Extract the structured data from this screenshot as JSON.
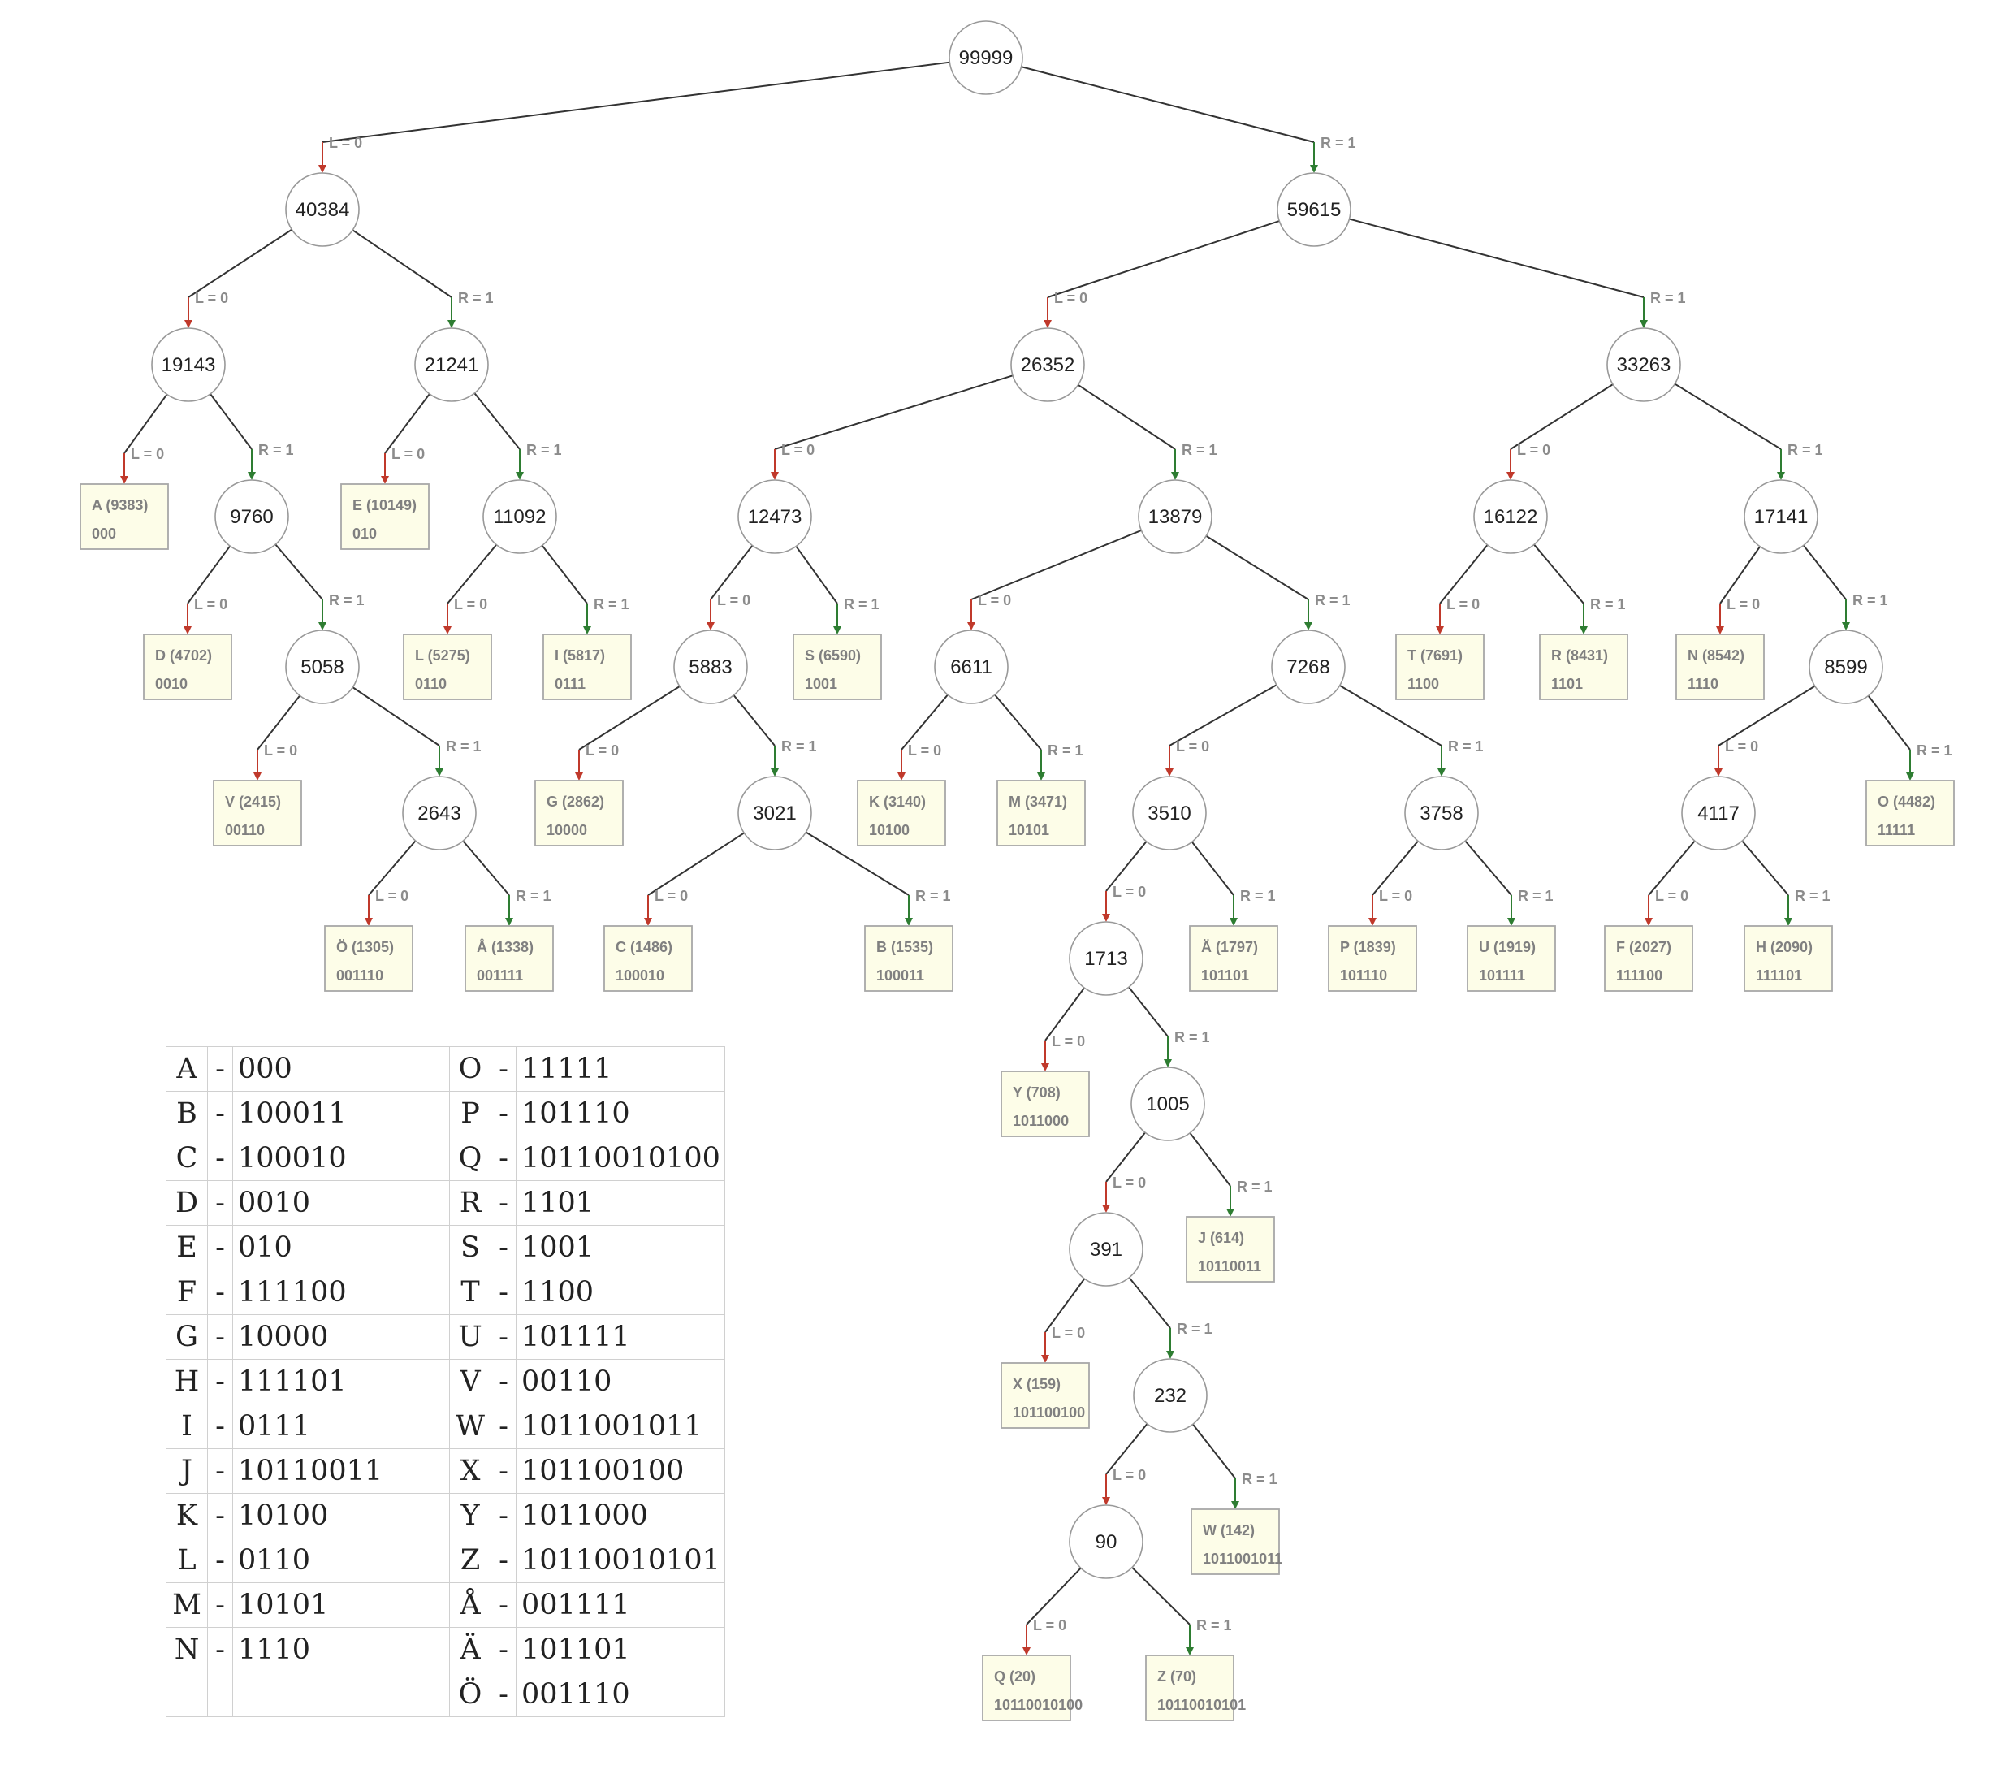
{
  "tree": {
    "nodes": [
      {
        "id": "n99999",
        "label": "99999"
      },
      {
        "id": "n40384",
        "label": "40384",
        "parent": "n99999",
        "side": "L"
      },
      {
        "id": "n59615",
        "label": "59615",
        "parent": "n99999",
        "side": "R"
      },
      {
        "id": "n19143",
        "label": "19143",
        "parent": "n40384",
        "side": "L"
      },
      {
        "id": "n21241",
        "label": "21241",
        "parent": "n40384",
        "side": "R"
      },
      {
        "id": "n26352",
        "label": "26352",
        "parent": "n59615",
        "side": "L"
      },
      {
        "id": "n33263",
        "label": "33263",
        "parent": "n59615",
        "side": "R"
      },
      {
        "id": "lA",
        "leaf": true,
        "letter": "A",
        "count": "(9383)",
        "code": "000",
        "parent": "n19143",
        "side": "L"
      },
      {
        "id": "n9760",
        "label": "9760",
        "parent": "n19143",
        "side": "R"
      },
      {
        "id": "lE",
        "leaf": true,
        "letter": "E",
        "count": "(10149)",
        "code": "010",
        "parent": "n21241",
        "side": "L"
      },
      {
        "id": "n11092",
        "label": "11092",
        "parent": "n21241",
        "side": "R"
      },
      {
        "id": "n12473",
        "label": "12473",
        "parent": "n26352",
        "side": "L"
      },
      {
        "id": "n13879",
        "label": "13879",
        "parent": "n26352",
        "side": "R"
      },
      {
        "id": "n16122",
        "label": "16122",
        "parent": "n33263",
        "side": "L"
      },
      {
        "id": "n17141",
        "label": "17141",
        "parent": "n33263",
        "side": "R"
      },
      {
        "id": "lD",
        "leaf": true,
        "letter": "D",
        "count": "(4702)",
        "code": "0010",
        "parent": "n9760",
        "side": "L"
      },
      {
        "id": "n5058",
        "label": "5058",
        "parent": "n9760",
        "side": "R"
      },
      {
        "id": "lL",
        "leaf": true,
        "letter": "L",
        "count": "(5275)",
        "code": "0110",
        "parent": "n11092",
        "side": "L"
      },
      {
        "id": "lI",
        "leaf": true,
        "letter": "I",
        "count": "(5817)",
        "code": "0111",
        "parent": "n11092",
        "side": "R"
      },
      {
        "id": "n5883",
        "label": "5883",
        "parent": "n12473",
        "side": "L"
      },
      {
        "id": "lS",
        "leaf": true,
        "letter": "S",
        "count": "(6590)",
        "code": "1001",
        "parent": "n12473",
        "side": "R"
      },
      {
        "id": "n6611",
        "label": "6611",
        "parent": "n13879",
        "side": "L"
      },
      {
        "id": "n7268",
        "label": "7268",
        "parent": "n13879",
        "side": "R"
      },
      {
        "id": "lT",
        "leaf": true,
        "letter": "T",
        "count": "(7691)",
        "code": "1100",
        "parent": "n16122",
        "side": "L"
      },
      {
        "id": "lR",
        "leaf": true,
        "letter": "R",
        "count": "(8431)",
        "code": "1101",
        "parent": "n16122",
        "side": "R"
      },
      {
        "id": "lN",
        "leaf": true,
        "letter": "N",
        "count": "(8542)",
        "code": "1110",
        "parent": "n17141",
        "side": "L"
      },
      {
        "id": "n8599",
        "label": "8599",
        "parent": "n17141",
        "side": "R"
      },
      {
        "id": "lV",
        "leaf": true,
        "letter": "V",
        "count": "(2415)",
        "code": "00110",
        "parent": "n5058",
        "side": "L"
      },
      {
        "id": "n2643",
        "label": "2643",
        "parent": "n5058",
        "side": "R"
      },
      {
        "id": "lG",
        "leaf": true,
        "letter": "G",
        "count": "(2862)",
        "code": "10000",
        "parent": "n5883",
        "side": "L"
      },
      {
        "id": "n3021",
        "label": "3021",
        "parent": "n5883",
        "side": "R"
      },
      {
        "id": "lK",
        "leaf": true,
        "letter": "K",
        "count": "(3140)",
        "code": "10100",
        "parent": "n6611",
        "side": "L"
      },
      {
        "id": "lM",
        "leaf": true,
        "letter": "M",
        "count": "(3471)",
        "code": "10101",
        "parent": "n6611",
        "side": "R"
      },
      {
        "id": "n3510",
        "label": "3510",
        "parent": "n7268",
        "side": "L"
      },
      {
        "id": "n3758",
        "label": "3758",
        "parent": "n7268",
        "side": "R"
      },
      {
        "id": "n4117",
        "label": "4117",
        "parent": "n8599",
        "side": "L"
      },
      {
        "id": "lO",
        "leaf": true,
        "letter": "O",
        "count": "(4482)",
        "code": "11111",
        "parent": "n8599",
        "side": "R"
      },
      {
        "id": "lOe",
        "leaf": true,
        "letter": "Ö",
        "count": "(1305)",
        "code": "001110",
        "parent": "n2643",
        "side": "L"
      },
      {
        "id": "lAa",
        "leaf": true,
        "letter": "Å",
        "count": "(1338)",
        "code": "001111",
        "parent": "n2643",
        "side": "R"
      },
      {
        "id": "lC",
        "leaf": true,
        "letter": "C",
        "count": "(1486)",
        "code": "100010",
        "parent": "n3021",
        "side": "L"
      },
      {
        "id": "lB",
        "leaf": true,
        "letter": "B",
        "count": "(1535)",
        "code": "100011",
        "parent": "n3021",
        "side": "R"
      },
      {
        "id": "n1713",
        "label": "1713",
        "parent": "n3510",
        "side": "L"
      },
      {
        "id": "lAe",
        "leaf": true,
        "letter": "Ä",
        "count": "(1797)",
        "code": "101101",
        "parent": "n3510",
        "side": "R"
      },
      {
        "id": "lP",
        "leaf": true,
        "letter": "P",
        "count": "(1839)",
        "code": "101110",
        "parent": "n3758",
        "side": "L"
      },
      {
        "id": "lU",
        "leaf": true,
        "letter": "U",
        "count": "(1919)",
        "code": "101111",
        "parent": "n3758",
        "side": "R"
      },
      {
        "id": "lF",
        "leaf": true,
        "letter": "F",
        "count": "(2027)",
        "code": "111100",
        "parent": "n4117",
        "side": "L"
      },
      {
        "id": "lH",
        "leaf": true,
        "letter": "H",
        "count": "(2090)",
        "code": "111101",
        "parent": "n4117",
        "side": "R"
      },
      {
        "id": "lY",
        "leaf": true,
        "letter": "Y",
        "count": "(708)",
        "code": "1011000",
        "parent": "n1713",
        "side": "L"
      },
      {
        "id": "n1005",
        "label": "1005",
        "parent": "n1713",
        "side": "R"
      },
      {
        "id": "n391",
        "label": "391",
        "parent": "n1005",
        "side": "L"
      },
      {
        "id": "lJ",
        "leaf": true,
        "letter": "J",
        "count": "(614)",
        "code": "10110011",
        "parent": "n1005",
        "side": "R"
      },
      {
        "id": "lX",
        "leaf": true,
        "letter": "X",
        "count": "(159)",
        "code": "101100100",
        "parent": "n391",
        "side": "L"
      },
      {
        "id": "n232",
        "label": "232",
        "parent": "n391",
        "side": "R"
      },
      {
        "id": "n90",
        "label": "90",
        "parent": "n232",
        "side": "L"
      },
      {
        "id": "lW",
        "leaf": true,
        "letter": "W",
        "count": "(142)",
        "code": "1011001011",
        "parent": "n232",
        "side": "R"
      },
      {
        "id": "lQ",
        "leaf": true,
        "letter": "Q",
        "count": "(20)",
        "code": "10110010100",
        "parent": "n90",
        "side": "L"
      },
      {
        "id": "lZ",
        "leaf": true,
        "letter": "Z",
        "count": "(70)",
        "code": "10110010101",
        "parent": "n90",
        "side": "R"
      }
    ],
    "edge_labels": {
      "L": "L = 0",
      "R": "R = 1"
    },
    "colors": {
      "left_edge": "#c0392b",
      "right_edge": "#2e7d32",
      "leaf_fill": "#fdfde8"
    }
  },
  "code_table": {
    "rows": [
      {
        "l1": "A",
        "d1": "-",
        "c1": "000",
        "l2": "O",
        "d2": "-",
        "c2": "11111"
      },
      {
        "l1": "B",
        "d1": "-",
        "c1": "100011",
        "l2": "P",
        "d2": "-",
        "c2": "101110"
      },
      {
        "l1": "C",
        "d1": "-",
        "c1": "100010",
        "l2": "Q",
        "d2": "-",
        "c2": "10110010100"
      },
      {
        "l1": "D",
        "d1": "-",
        "c1": "0010",
        "l2": "R",
        "d2": "-",
        "c2": "1101"
      },
      {
        "l1": "E",
        "d1": "-",
        "c1": "010",
        "l2": "S",
        "d2": "-",
        "c2": "1001"
      },
      {
        "l1": "F",
        "d1": "-",
        "c1": "111100",
        "l2": "T",
        "d2": "-",
        "c2": "1100"
      },
      {
        "l1": "G",
        "d1": "-",
        "c1": "10000",
        "l2": "U",
        "d2": "-",
        "c2": "101111"
      },
      {
        "l1": "H",
        "d1": "-",
        "c1": "111101",
        "l2": "V",
        "d2": "-",
        "c2": "00110"
      },
      {
        "l1": "I",
        "d1": "-",
        "c1": "0111",
        "l2": "W",
        "d2": "-",
        "c2": "1011001011"
      },
      {
        "l1": "J",
        "d1": "-",
        "c1": "10110011",
        "l2": "X",
        "d2": "-",
        "c2": "101100100"
      },
      {
        "l1": "K",
        "d1": "-",
        "c1": "10100",
        "l2": "Y",
        "d2": "-",
        "c2": "1011000"
      },
      {
        "l1": "L",
        "d1": "-",
        "c1": "0110",
        "l2": "Z",
        "d2": "-",
        "c2": "10110010101"
      },
      {
        "l1": "M",
        "d1": "-",
        "c1": "10101",
        "l2": "Å",
        "d2": "-",
        "c2": "001111"
      },
      {
        "l1": "N",
        "d1": "-",
        "c1": "1110",
        "l2": "Ä",
        "d2": "-",
        "c2": "101101"
      },
      {
        "l1": "",
        "d1": "",
        "c1": "",
        "l2": "Ö",
        "d2": "-",
        "c2": "001110"
      }
    ]
  }
}
